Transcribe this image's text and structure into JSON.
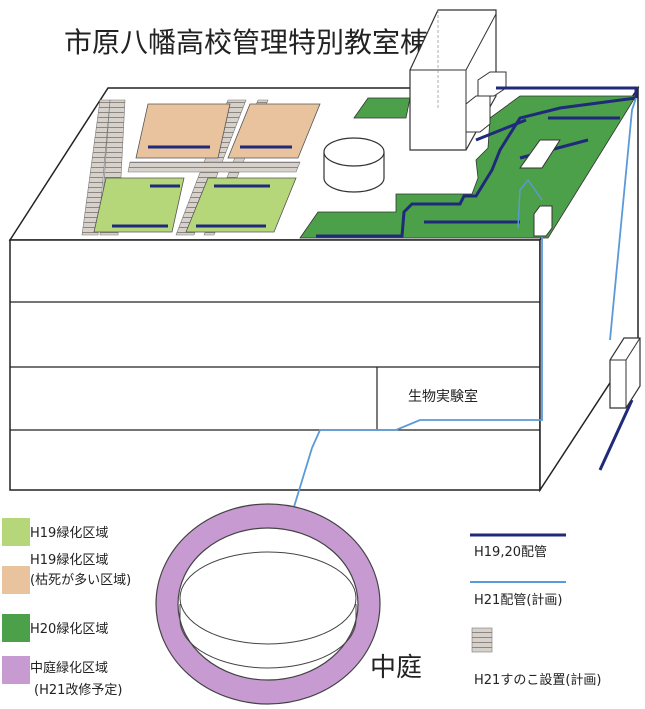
{
  "title": "市原八幡高校管理特別教室棟",
  "room_label": "生物実験室",
  "courtyard_label": "中庭",
  "legend_left": [
    {
      "name": "legend-h19-greening",
      "color": "#b5d77a",
      "lines": [
        "H19緑化区域"
      ]
    },
    {
      "name": "legend-h19-dieback",
      "color": "#e8c39e",
      "lines": [
        "H19緑化区域",
        "(枯死が多い区域)"
      ]
    },
    {
      "name": "legend-h20-greening",
      "color": "#4da04a",
      "lines": [
        "H20緑化区域"
      ]
    },
    {
      "name": "legend-courtyard-greening",
      "color": "#c79bd1",
      "lines": [
        "中庭緑化区域",
        "(H21改修予定)"
      ]
    }
  ],
  "legend_right": {
    "h19_20_pipe": "H19,20配管",
    "h21_pipe": "H21配管(計画)",
    "h21_sunoko": "H21すのこ設置(計画)"
  },
  "colors": {
    "h19": "#b5d77a",
    "h19_dead": "#e8c39e",
    "h20": "#4da04a",
    "courtyard": "#c79bd1",
    "pipe_existing": "#1f2a7a",
    "pipe_planned": "#5b9ad8",
    "sunoko": "#c9c2bc"
  }
}
